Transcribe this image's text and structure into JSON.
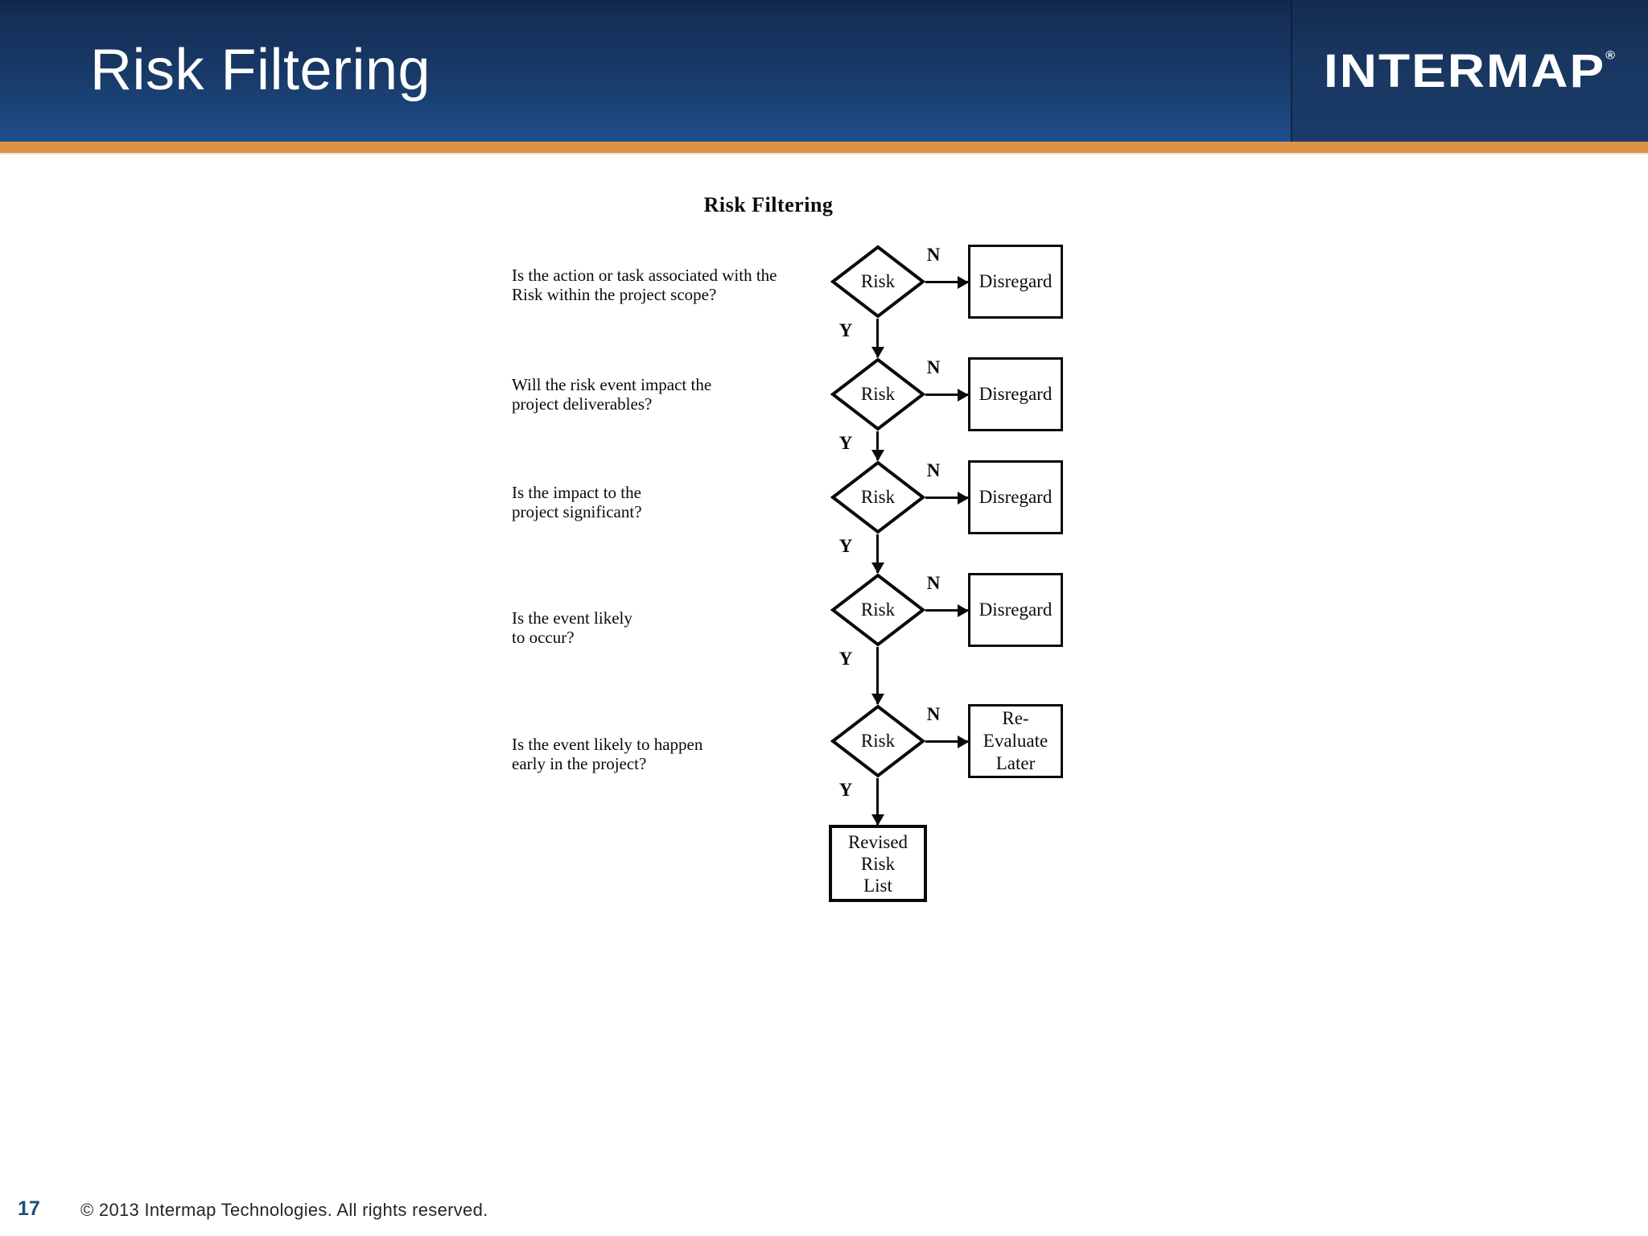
{
  "header": {
    "title": "Risk Filtering",
    "logo_text": "INTERMAP",
    "logo_registered": "®",
    "header_color_top": "#152f58",
    "header_color_bottom": "#1e4d8d",
    "accent_color": "#DE9248"
  },
  "flowchart": {
    "title": "Risk Filtering",
    "rows": [
      {
        "question_line1": "Is the action or task associated with the",
        "question_line2": "Risk within the project scope?",
        "decision": "Risk",
        "no_label": "N",
        "yes_label": "Y",
        "outcome": "Disregard"
      },
      {
        "question_line1": "Will the risk event impact the",
        "question_line2": "project deliverables?",
        "decision": "Risk",
        "no_label": "N",
        "yes_label": "Y",
        "outcome": "Disregard"
      },
      {
        "question_line1": "Is the impact to the",
        "question_line2": "project significant?",
        "decision": "Risk",
        "no_label": "N",
        "yes_label": "Y",
        "outcome": "Disregard"
      },
      {
        "question_line1": "Is the event likely",
        "question_line2": "to occur?",
        "decision": "Risk",
        "no_label": "N",
        "yes_label": "Y",
        "outcome": "Disregard"
      },
      {
        "question_line1": "Is the event likely to happen",
        "question_line2": "early in the project?",
        "decision": "Risk",
        "no_label": "N",
        "yes_label": "Y",
        "outcome_line1": "Re-",
        "outcome_line2": "Evaluate",
        "outcome_line3": "Later"
      }
    ],
    "final_node": {
      "line1": "Revised",
      "line2": "Risk",
      "line3": "List"
    }
  },
  "footer": {
    "page_number": "17",
    "copyright": "© 2013 Intermap Technologies. All rights reserved."
  }
}
